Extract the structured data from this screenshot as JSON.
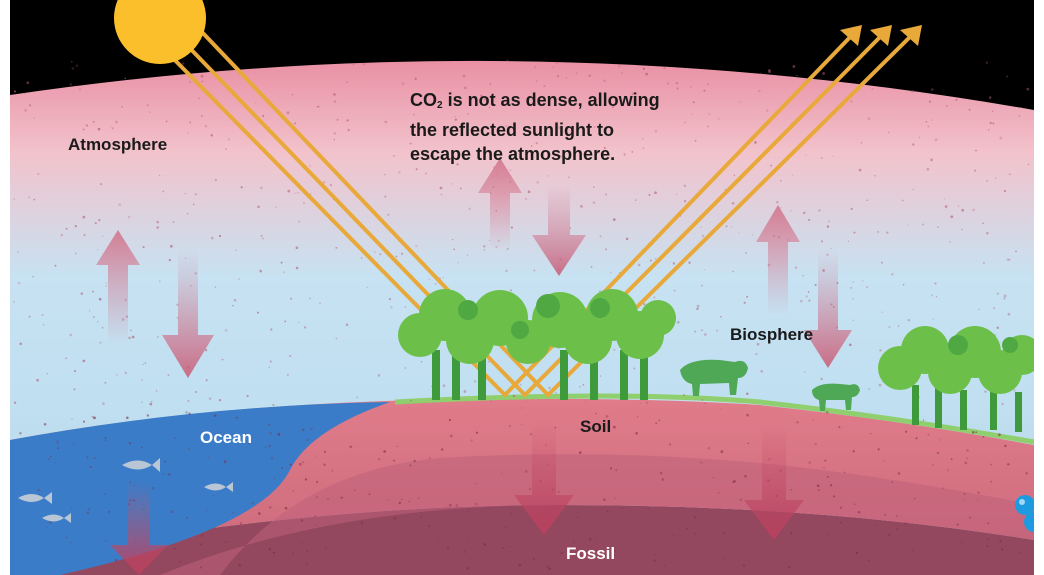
{
  "labels": {
    "atmosphere": "Atmosphere",
    "biosphere": "Biosphere",
    "ocean": "Ocean",
    "soil": "Soil",
    "fossil": "Fossil"
  },
  "caption": {
    "chem_prefix": "CO",
    "chem_subscript": "2",
    "line1_rest": " is not as dense, allowing",
    "line2": "the reflected sunlight to",
    "line3": "escape the atmosphere."
  },
  "colors": {
    "space": "#000000",
    "atmosphere_top": "#f2a8b4",
    "atmosphere_bottom": "#b9dcf0",
    "ocean": "#3a7cc8",
    "soil": "#d9707f",
    "fossil": "#93485f",
    "sun": "#fbbf2c",
    "sun_ray": "#e8a93a",
    "tree": "#6cc04a",
    "tree_dark": "#3f9a3b",
    "cow": "#4fa855",
    "arrow": "#c9607a",
    "molecule": "#1e9be0"
  }
}
